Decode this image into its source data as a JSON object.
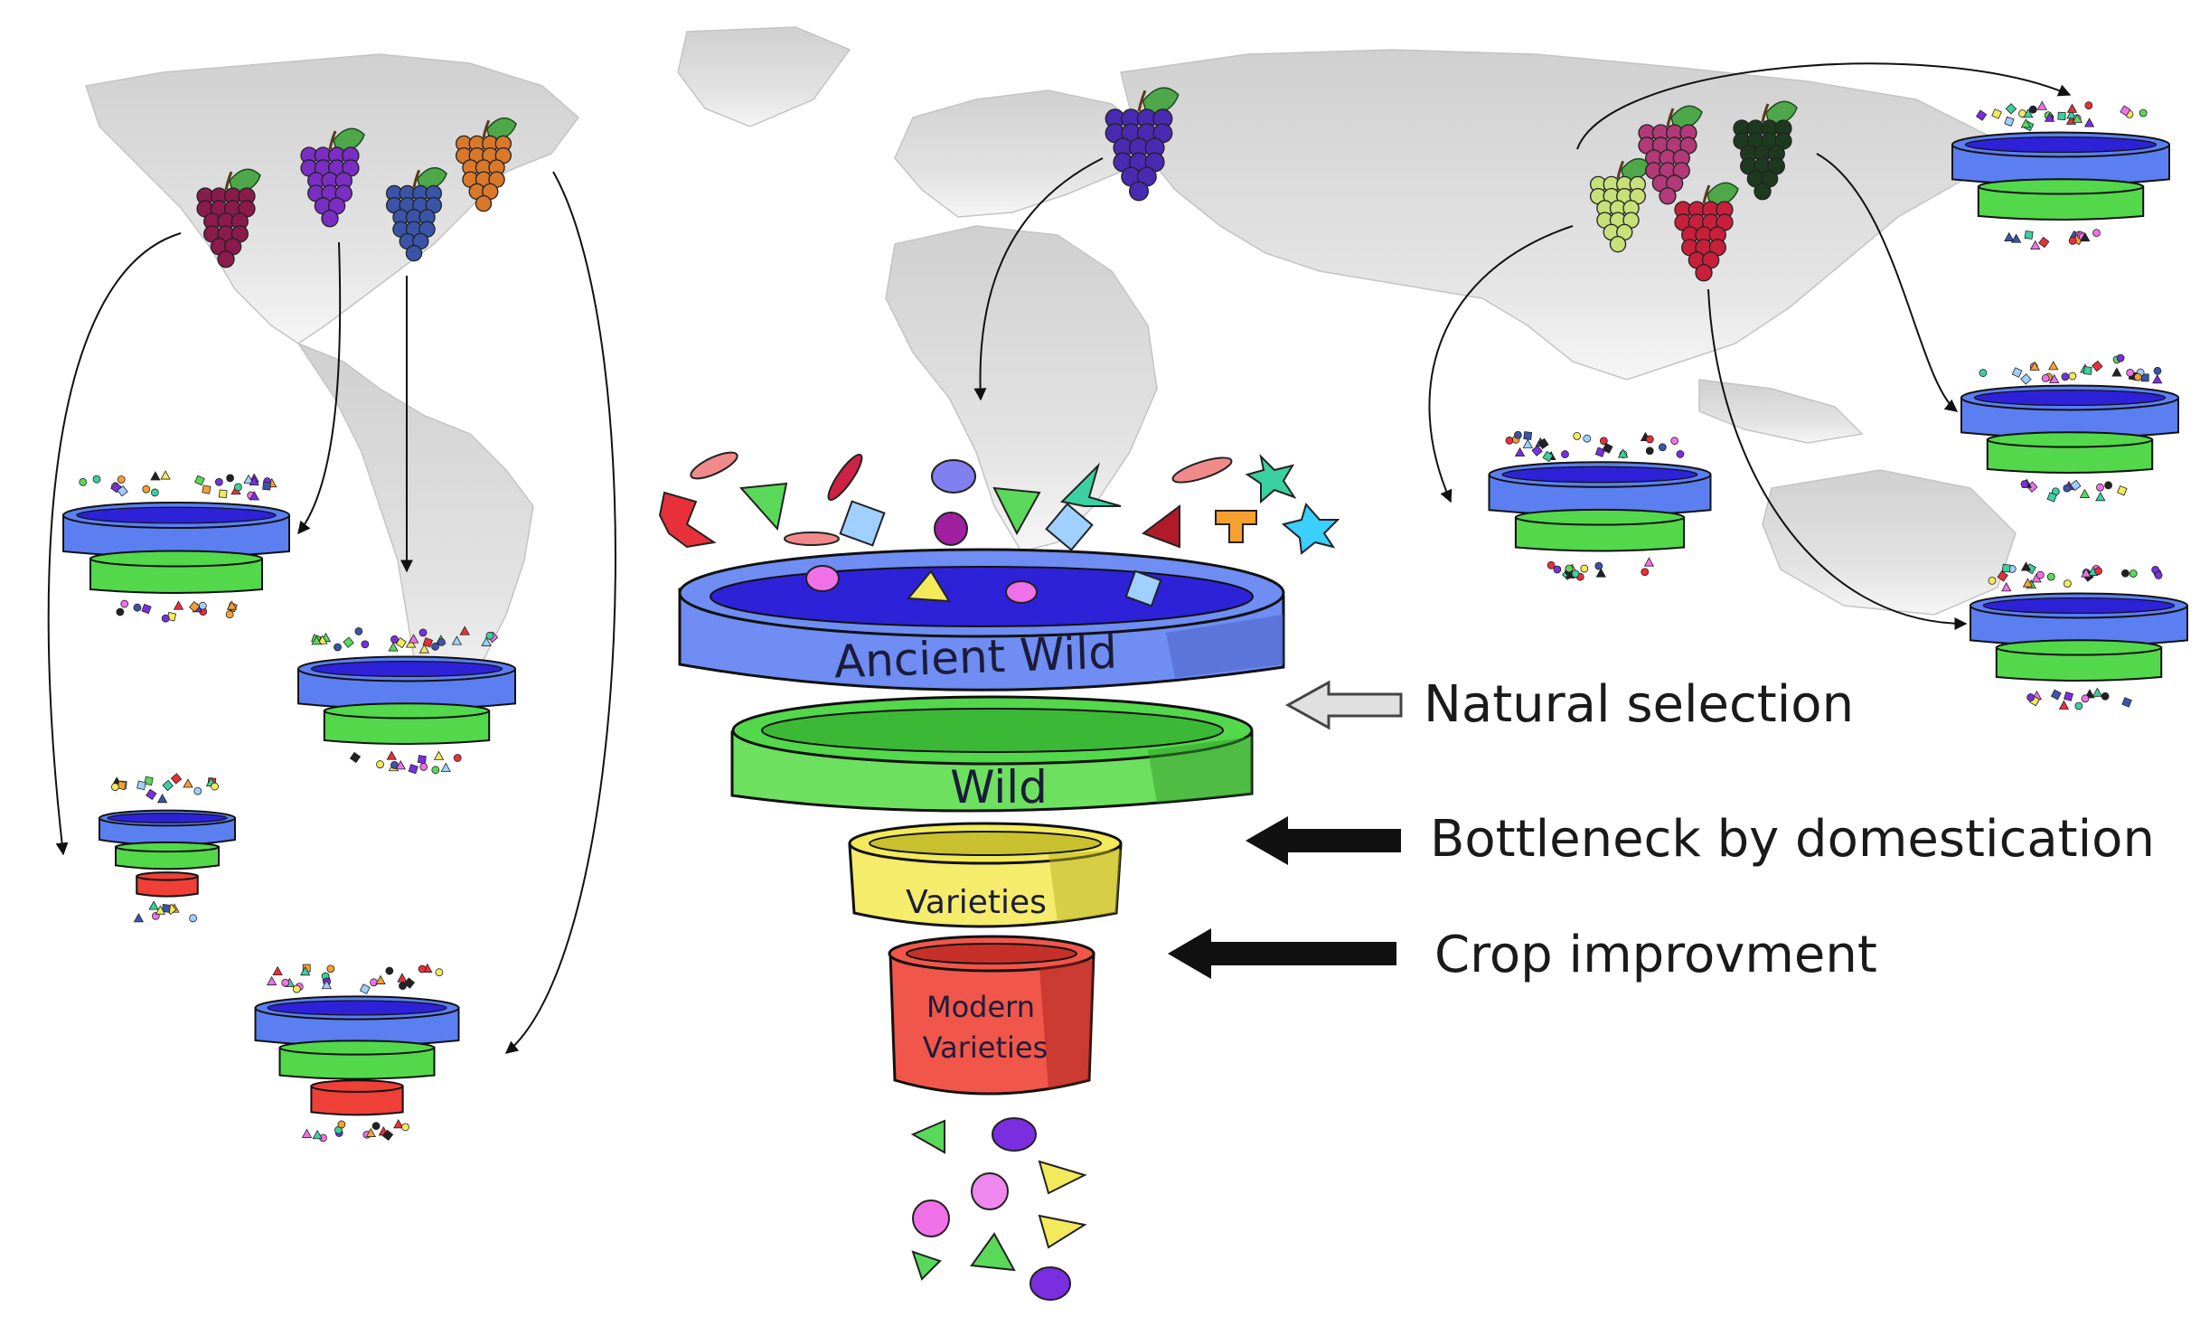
{
  "funnel": {
    "levels": [
      {
        "label": "Ancient Wild",
        "color": "#6f8df2"
      },
      {
        "label": "Wild",
        "color": "#6ee05f"
      },
      {
        "label": "Varieties",
        "color": "#f4ec6a"
      },
      {
        "label_line1": "Modern",
        "label_line2": "Varieties",
        "color": "#f0564a"
      }
    ]
  },
  "stages": [
    {
      "label": "Natural selection",
      "arrow": "hollow"
    },
    {
      "label": "Bottleneck by domestication",
      "arrow": "solid"
    },
    {
      "label": "Crop improvment",
      "arrow": "solid"
    }
  ],
  "colors": {
    "map_land": "#d8d8d8",
    "tier_blue": "#5b7ff0",
    "tier_blue_inner": "#2d22d8",
    "tier_green": "#52d84a",
    "tier_yellow": "#f2ea5a",
    "tier_red": "#ee4036",
    "grape_colors": [
      "#8b1a4d",
      "#7a2ec4",
      "#3a55a8",
      "#d9782a",
      "#4a2ab0",
      "#c7e07a",
      "#b23a78",
      "#1e3a1e",
      "#c8203a"
    ]
  },
  "icons": [
    "world-map",
    "grape-cluster-icon",
    "funnel-tier",
    "arrow-icon"
  ]
}
